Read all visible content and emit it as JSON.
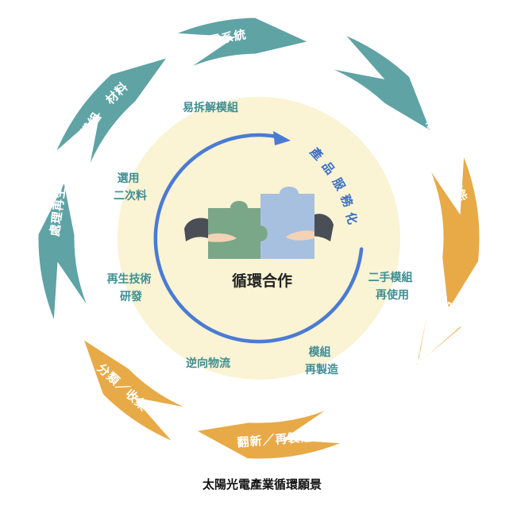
{
  "colors": {
    "teal": "#5fa3a5",
    "orange": "#e7aa47",
    "inner_disc": "#faf3d4",
    "inner_text": "#3f8e93",
    "blue_arrow": "#4a7bd3",
    "puzzle_green": "#7aa788",
    "puzzle_blue": "#a7c0e0"
  },
  "outer_ring": [
    {
      "label": "模組",
      "color": "teal"
    },
    {
      "label": "發電系統",
      "color": "teal"
    },
    {
      "label": "輸售電／儲節能",
      "color": "teal"
    },
    {
      "label": "維修／再使用",
      "color": "orange"
    },
    {
      "label": "翻新／再製造",
      "color": "orange"
    },
    {
      "label": "分類／收集",
      "color": "orange"
    },
    {
      "label": "處理再生",
      "color": "orange"
    },
    {
      "label": "材料",
      "color": "teal"
    }
  ],
  "inner_labels": {
    "disassembly": "易拆解模組",
    "secondary_material": [
      "選用",
      "二次料"
    ],
    "recycling_tech": [
      "再生技術",
      "研發"
    ],
    "reverse_logistics": "逆向物流",
    "remanufacture": [
      "模組",
      "再製造"
    ],
    "reuse": [
      "二手模組",
      "再使用"
    ]
  },
  "product_service": "產品服務化",
  "center_title": "循環合作",
  "caption": "太陽光電產業循環願景",
  "icons": {
    "center": "puzzle-handshake-icon",
    "arrow": "circular-arrow-icon"
  }
}
